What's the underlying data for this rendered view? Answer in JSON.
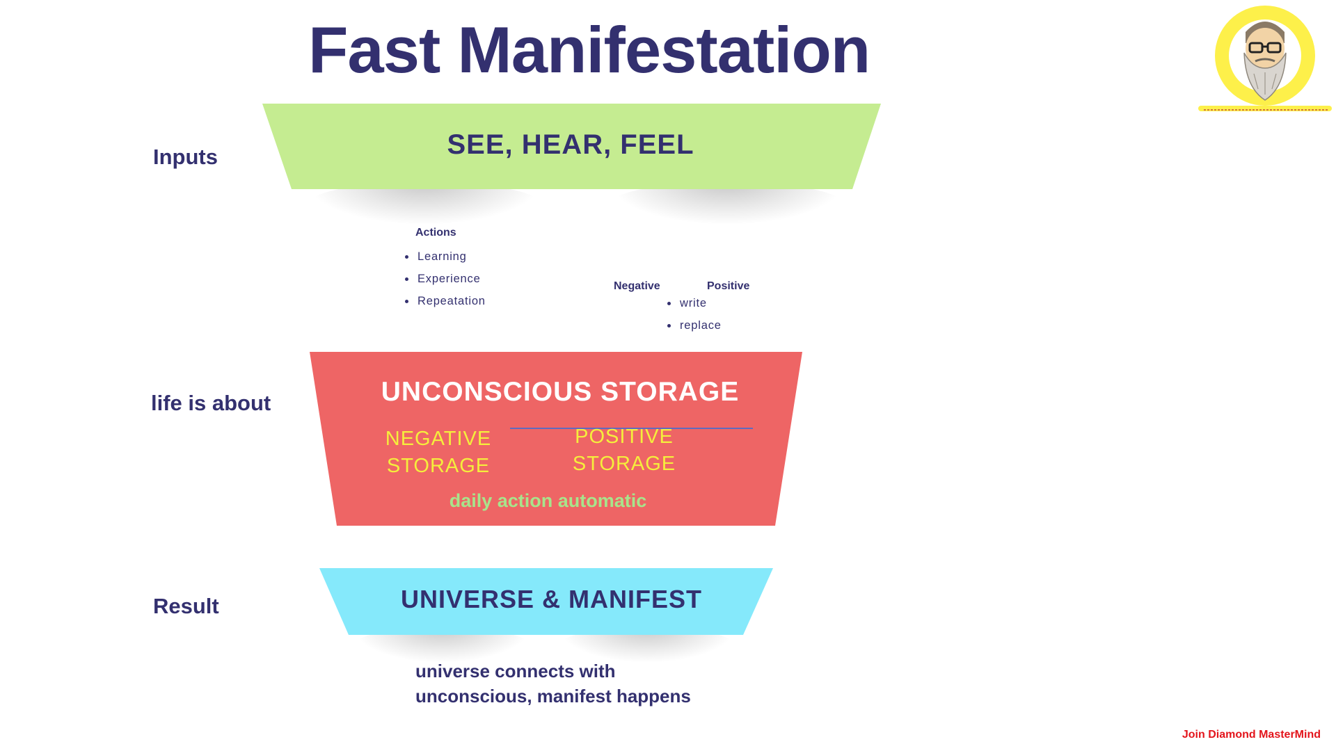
{
  "title": "Fast Manifestation",
  "side_labels": {
    "inputs": "Inputs",
    "life": "life is about",
    "result": "Result"
  },
  "bands": {
    "inputs": {
      "label": "SEE, HEAR, FEEL",
      "color": "#c5ec91"
    },
    "storage": {
      "label": "UNCONSCIOUS STORAGE",
      "color": "#ee6565"
    },
    "result": {
      "label": "UNIVERSE & MANIFEST",
      "color": "#85e9fb"
    }
  },
  "actions": {
    "heading": "Actions",
    "items": [
      "Learning",
      "Experience",
      "Repeatation"
    ]
  },
  "polarity": {
    "negative_label": "Negative",
    "positive_label": "Positive",
    "items": [
      "write",
      "replace"
    ]
  },
  "storage": {
    "negative": [
      "NEGATIVE",
      "STORAGE"
    ],
    "positive": [
      "POSITIVE",
      "STORAGE"
    ],
    "daily": "daily action automatic"
  },
  "result_note": [
    "universe connects with",
    "unconscious, manifest happens"
  ],
  "cta": "Join Diamond MasterMind",
  "colors": {
    "primary": "#33306f",
    "accent_yellow": "#f5ee3c",
    "daily_green": "#a8e48b",
    "cta_red": "#e3141b",
    "avatar_yellow": "#fdf04a"
  },
  "icons": {
    "avatar": "bearded-man-avatar-icon"
  }
}
